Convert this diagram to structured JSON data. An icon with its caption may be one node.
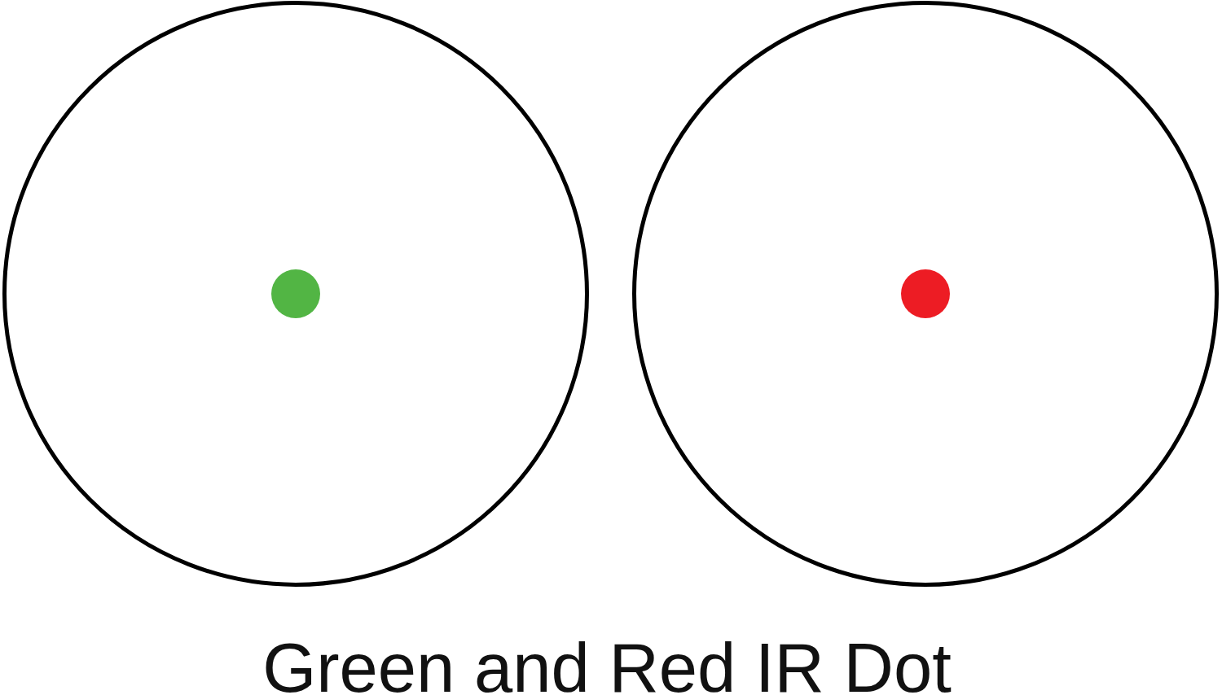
{
  "diagram": {
    "caption": "Green and Red IR Dot",
    "nodes": [
      {
        "text": [],
        "shape": "circle"
      },
      {
        "text": [],
        "shape": "circle",
        "in": 0
      },
      {
        "text": [],
        "shape": "circle"
      },
      {
        "text": [],
        "shape": "circle",
        "in": 2
      }
    ]
  }
}
